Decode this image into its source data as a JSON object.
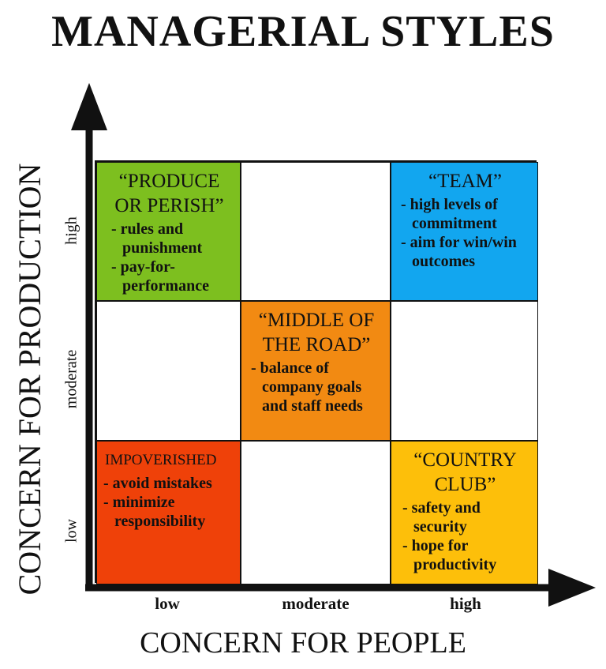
{
  "title": "MANAGERIAL STYLES",
  "y_axis": {
    "label": "CONCERN FOR PRODUCTION",
    "ticks": [
      "high",
      "moderate",
      "low"
    ]
  },
  "x_axis": {
    "label": "CONCERN FOR PEOPLE",
    "ticks": [
      "low",
      "moderate",
      "high"
    ]
  },
  "colors": {
    "green": "#7dbf1f",
    "blue": "#12a6ef",
    "orange": "#f28a12",
    "red": "#ef4109",
    "yellow": "#fdbf0a",
    "empty": "#ffffff"
  },
  "styles": {
    "produce_or_perish": {
      "name": "“PRODUCE OR PERISH”",
      "points": [
        "rules and punishment",
        "pay-for-performance"
      ]
    },
    "team": {
      "name": "“TEAM”",
      "points": [
        "high levels of commitment",
        "aim for win/win outcomes"
      ]
    },
    "middle_of_the_road": {
      "name": "“MIDDLE OF THE ROAD”",
      "points": [
        "balance of company goals and staff needs"
      ]
    },
    "impoverished": {
      "name": "IMPOVERISHED",
      "points": [
        "avoid mistakes",
        "minimize responsibility"
      ]
    },
    "country_club": {
      "name": "“COUNTRY CLUB”",
      "points": [
        "safety and security",
        "hope for productivity"
      ]
    }
  }
}
